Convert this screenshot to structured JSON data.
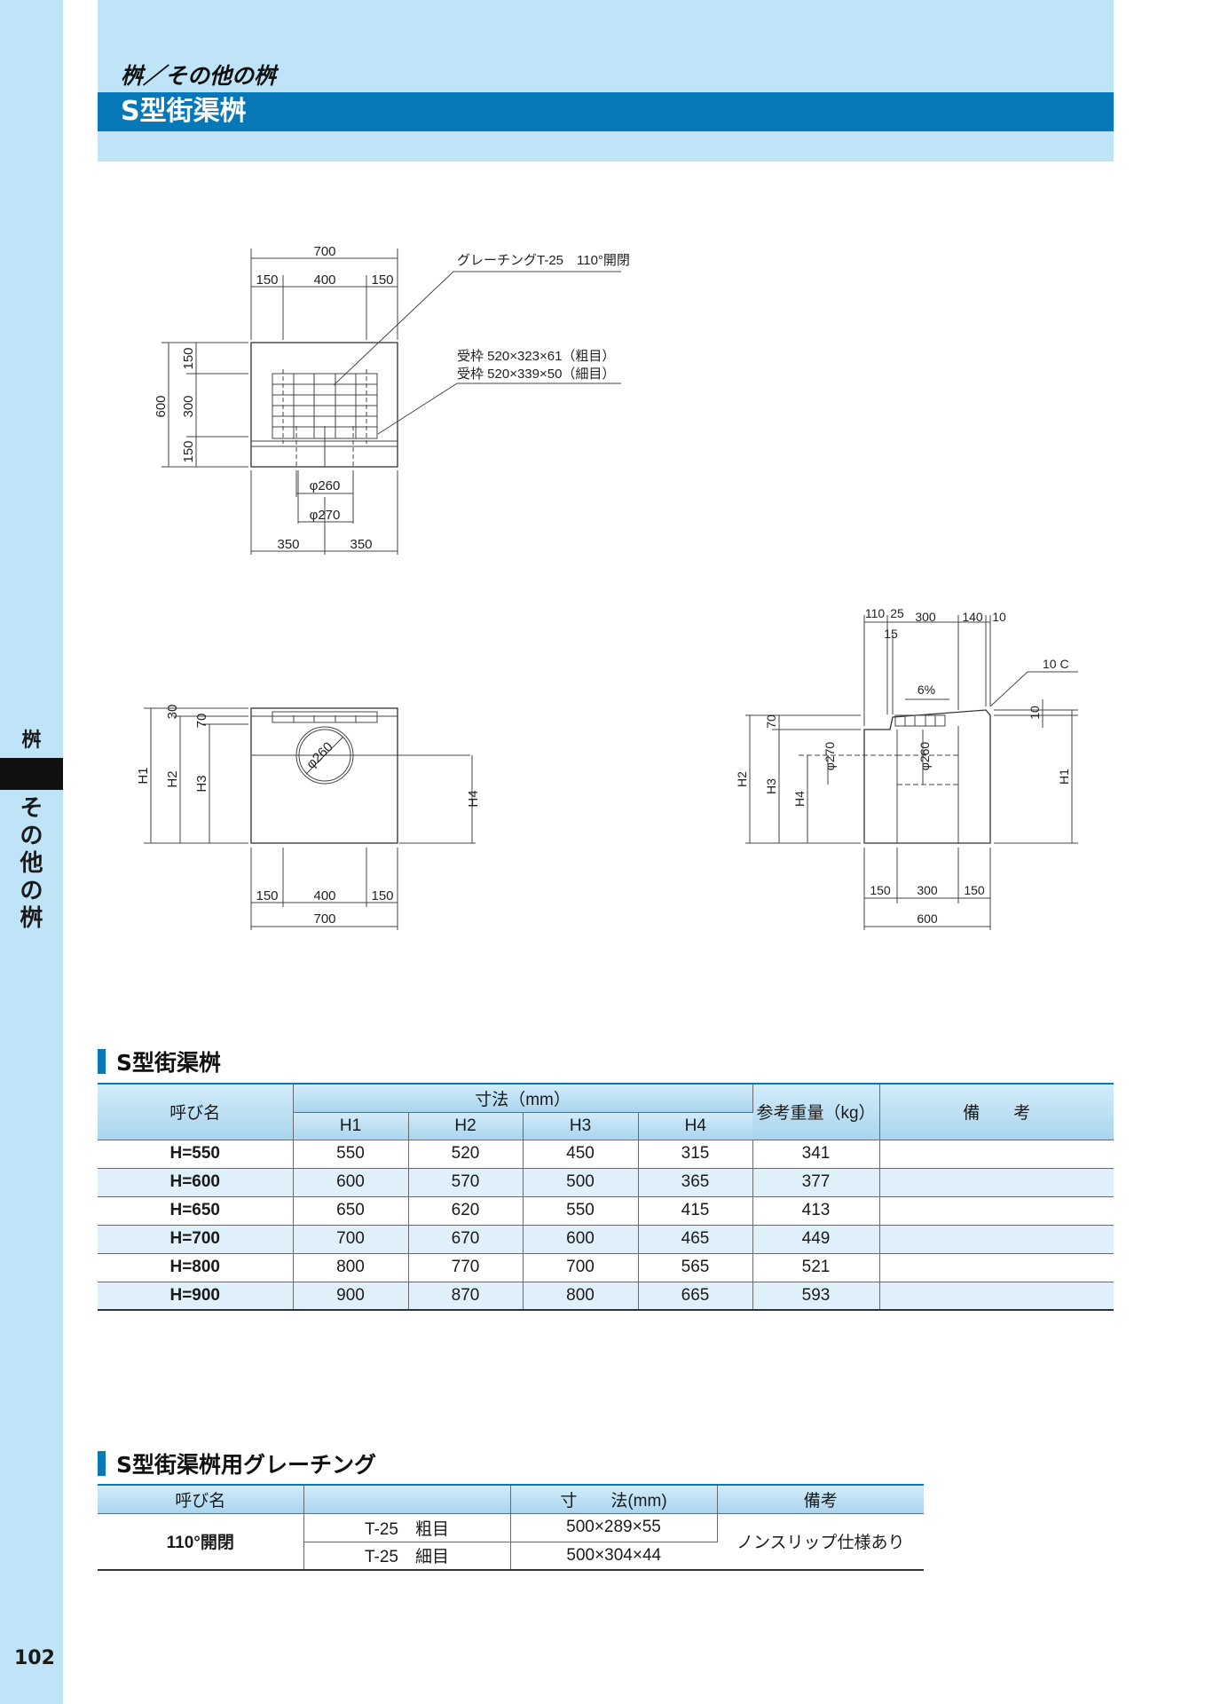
{
  "header": {
    "category": "桝／その他の桝",
    "title": "S型街渠桝"
  },
  "side": {
    "top_label": "桝",
    "vertical_chars": [
      "そ",
      "の",
      "他",
      "の",
      "桝"
    ]
  },
  "page_number": "102",
  "drawing": {
    "plan": {
      "top_total": "700",
      "top_left": "150",
      "top_mid": "400",
      "top_right": "150",
      "left_total": "600",
      "left_top": "150",
      "left_mid": "300",
      "left_bot": "150",
      "phi_a": "φ260",
      "phi_b": "φ270",
      "bot_left": "350",
      "bot_right": "350",
      "note_grating": "グレーチングT-25　110°開閉",
      "note_frame_1": "受枠 520×323×61（粗目）",
      "note_frame_2": "受枠 520×339×50（細目）"
    },
    "front": {
      "dim_30": "30",
      "dim_70": "70",
      "h1": "H1",
      "h2": "H2",
      "h3": "H3",
      "h4": "H4",
      "phi": "φ260",
      "bot_left": "150",
      "bot_mid": "400",
      "bot_right": "150",
      "bot_total": "700"
    },
    "side": {
      "top_110": "110",
      "top_25": "25",
      "top_15": "15",
      "top_300": "300",
      "top_140": "140",
      "top_10": "10",
      "chamfer": "10 C",
      "slope": "6%",
      "dim_70": "70",
      "dim_10": "10",
      "h1": "H1",
      "h2": "H2",
      "h3": "H3",
      "h4": "H4",
      "phi_a": "φ270",
      "phi_b": "φ260",
      "bot_left": "150",
      "bot_mid": "300",
      "bot_right": "150",
      "bot_total": "600"
    }
  },
  "table1": {
    "section_title": "S型街渠桝",
    "header": {
      "name": "呼び名",
      "dims": "寸法（mm）",
      "h1": "H1",
      "h2": "H2",
      "h3": "H3",
      "h4": "H4",
      "weight": "参考重量（kg）",
      "remarks": "備　　考"
    },
    "rows": [
      {
        "name": "H=550",
        "h1": "550",
        "h2": "520",
        "h3": "450",
        "h4": "315",
        "weight": "341",
        "remarks": ""
      },
      {
        "name": "H=600",
        "h1": "600",
        "h2": "570",
        "h3": "500",
        "h4": "365",
        "weight": "377",
        "remarks": ""
      },
      {
        "name": "H=650",
        "h1": "650",
        "h2": "620",
        "h3": "550",
        "h4": "415",
        "weight": "413",
        "remarks": ""
      },
      {
        "name": "H=700",
        "h1": "700",
        "h2": "670",
        "h3": "600",
        "h4": "465",
        "weight": "449",
        "remarks": ""
      },
      {
        "name": "H=800",
        "h1": "800",
        "h2": "770",
        "h3": "700",
        "h4": "565",
        "weight": "521",
        "remarks": ""
      },
      {
        "name": "H=900",
        "h1": "900",
        "h2": "870",
        "h3": "800",
        "h4": "665",
        "weight": "593",
        "remarks": ""
      }
    ]
  },
  "table2": {
    "section_title": "S型街渠桝用グレーチング",
    "header": {
      "name": "呼び名",
      "type": "",
      "dims": "寸　　法(mm)",
      "remarks": "備考"
    },
    "rows": [
      {
        "name": "110°開閉",
        "type": "T-25　粗目",
        "dims": "500×289×55",
        "remarks": "ノンスリップ仕様あり"
      },
      {
        "type": "T-25　細目",
        "dims": "500×304×44"
      }
    ]
  }
}
